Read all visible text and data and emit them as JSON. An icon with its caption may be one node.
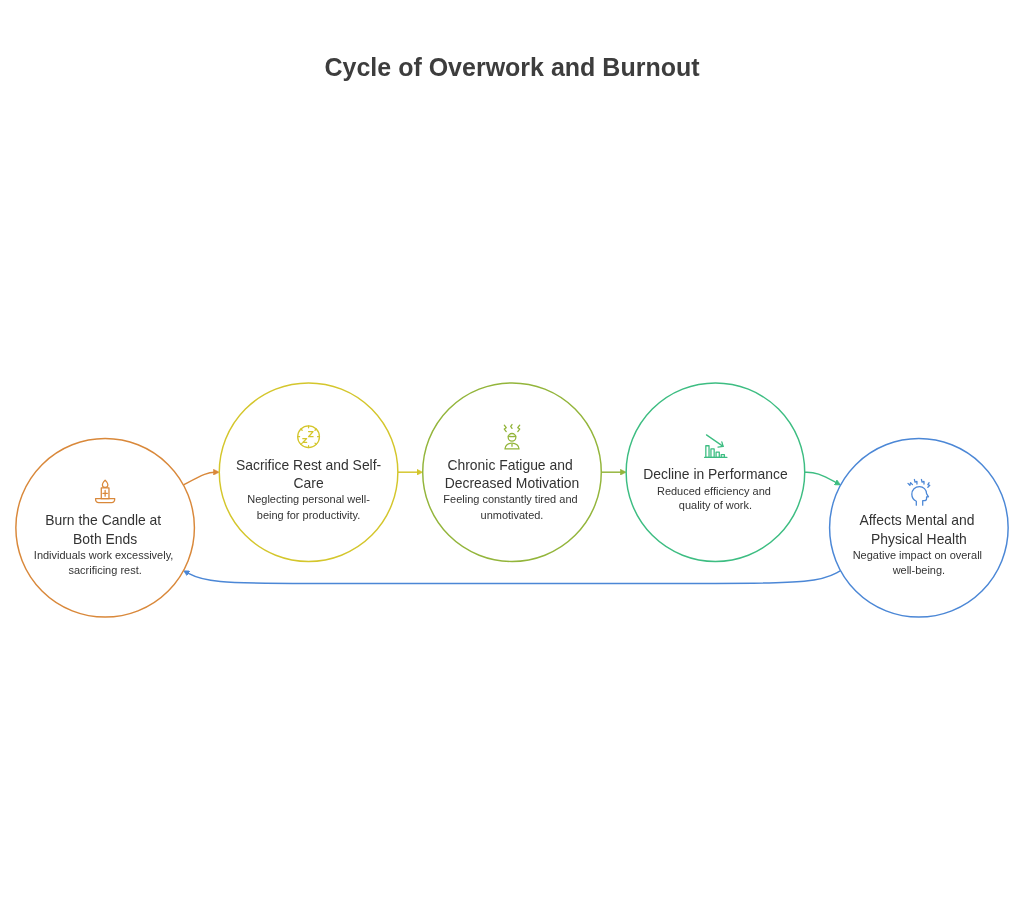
{
  "diagram": {
    "title": "Cycle of Overwork and Burnout",
    "nodes": [
      {
        "text": [
          "Burn the Candle at Both Ends",
          "Individuals work excessively, sacrificing rest."
        ]
      },
      {
        "text": [
          "Sacrifice Rest and Self-Care",
          "Neglecting personal well-being for productivity."
        ]
      },
      {
        "text": [
          "Chronic Fatigue and Decreased Motivation",
          "Feeling constantly tired and unmotivated."
        ]
      },
      {
        "text": [
          "Decline in Performance",
          "Reduced efficiency and quality of work."
        ]
      },
      {
        "text": [
          "Affects Mental and Physical Health",
          "Negative impact on overall well-being."
        ]
      }
    ],
    "edges": [
      {
        "from": 0,
        "to": 1,
        "arrow": "to",
        "color": "#d9883a"
      },
      {
        "from": 1,
        "to": 2,
        "arrow": "to",
        "color": "#d4c62c"
      },
      {
        "from": 2,
        "to": 3,
        "arrow": "to",
        "color": "#93b53b"
      },
      {
        "from": 3,
        "to": 4,
        "arrow": "to",
        "color": "#3dbd82"
      },
      {
        "from": 4,
        "to": 0,
        "arrow": "to",
        "color": "#4b87d6"
      }
    ]
  }
}
